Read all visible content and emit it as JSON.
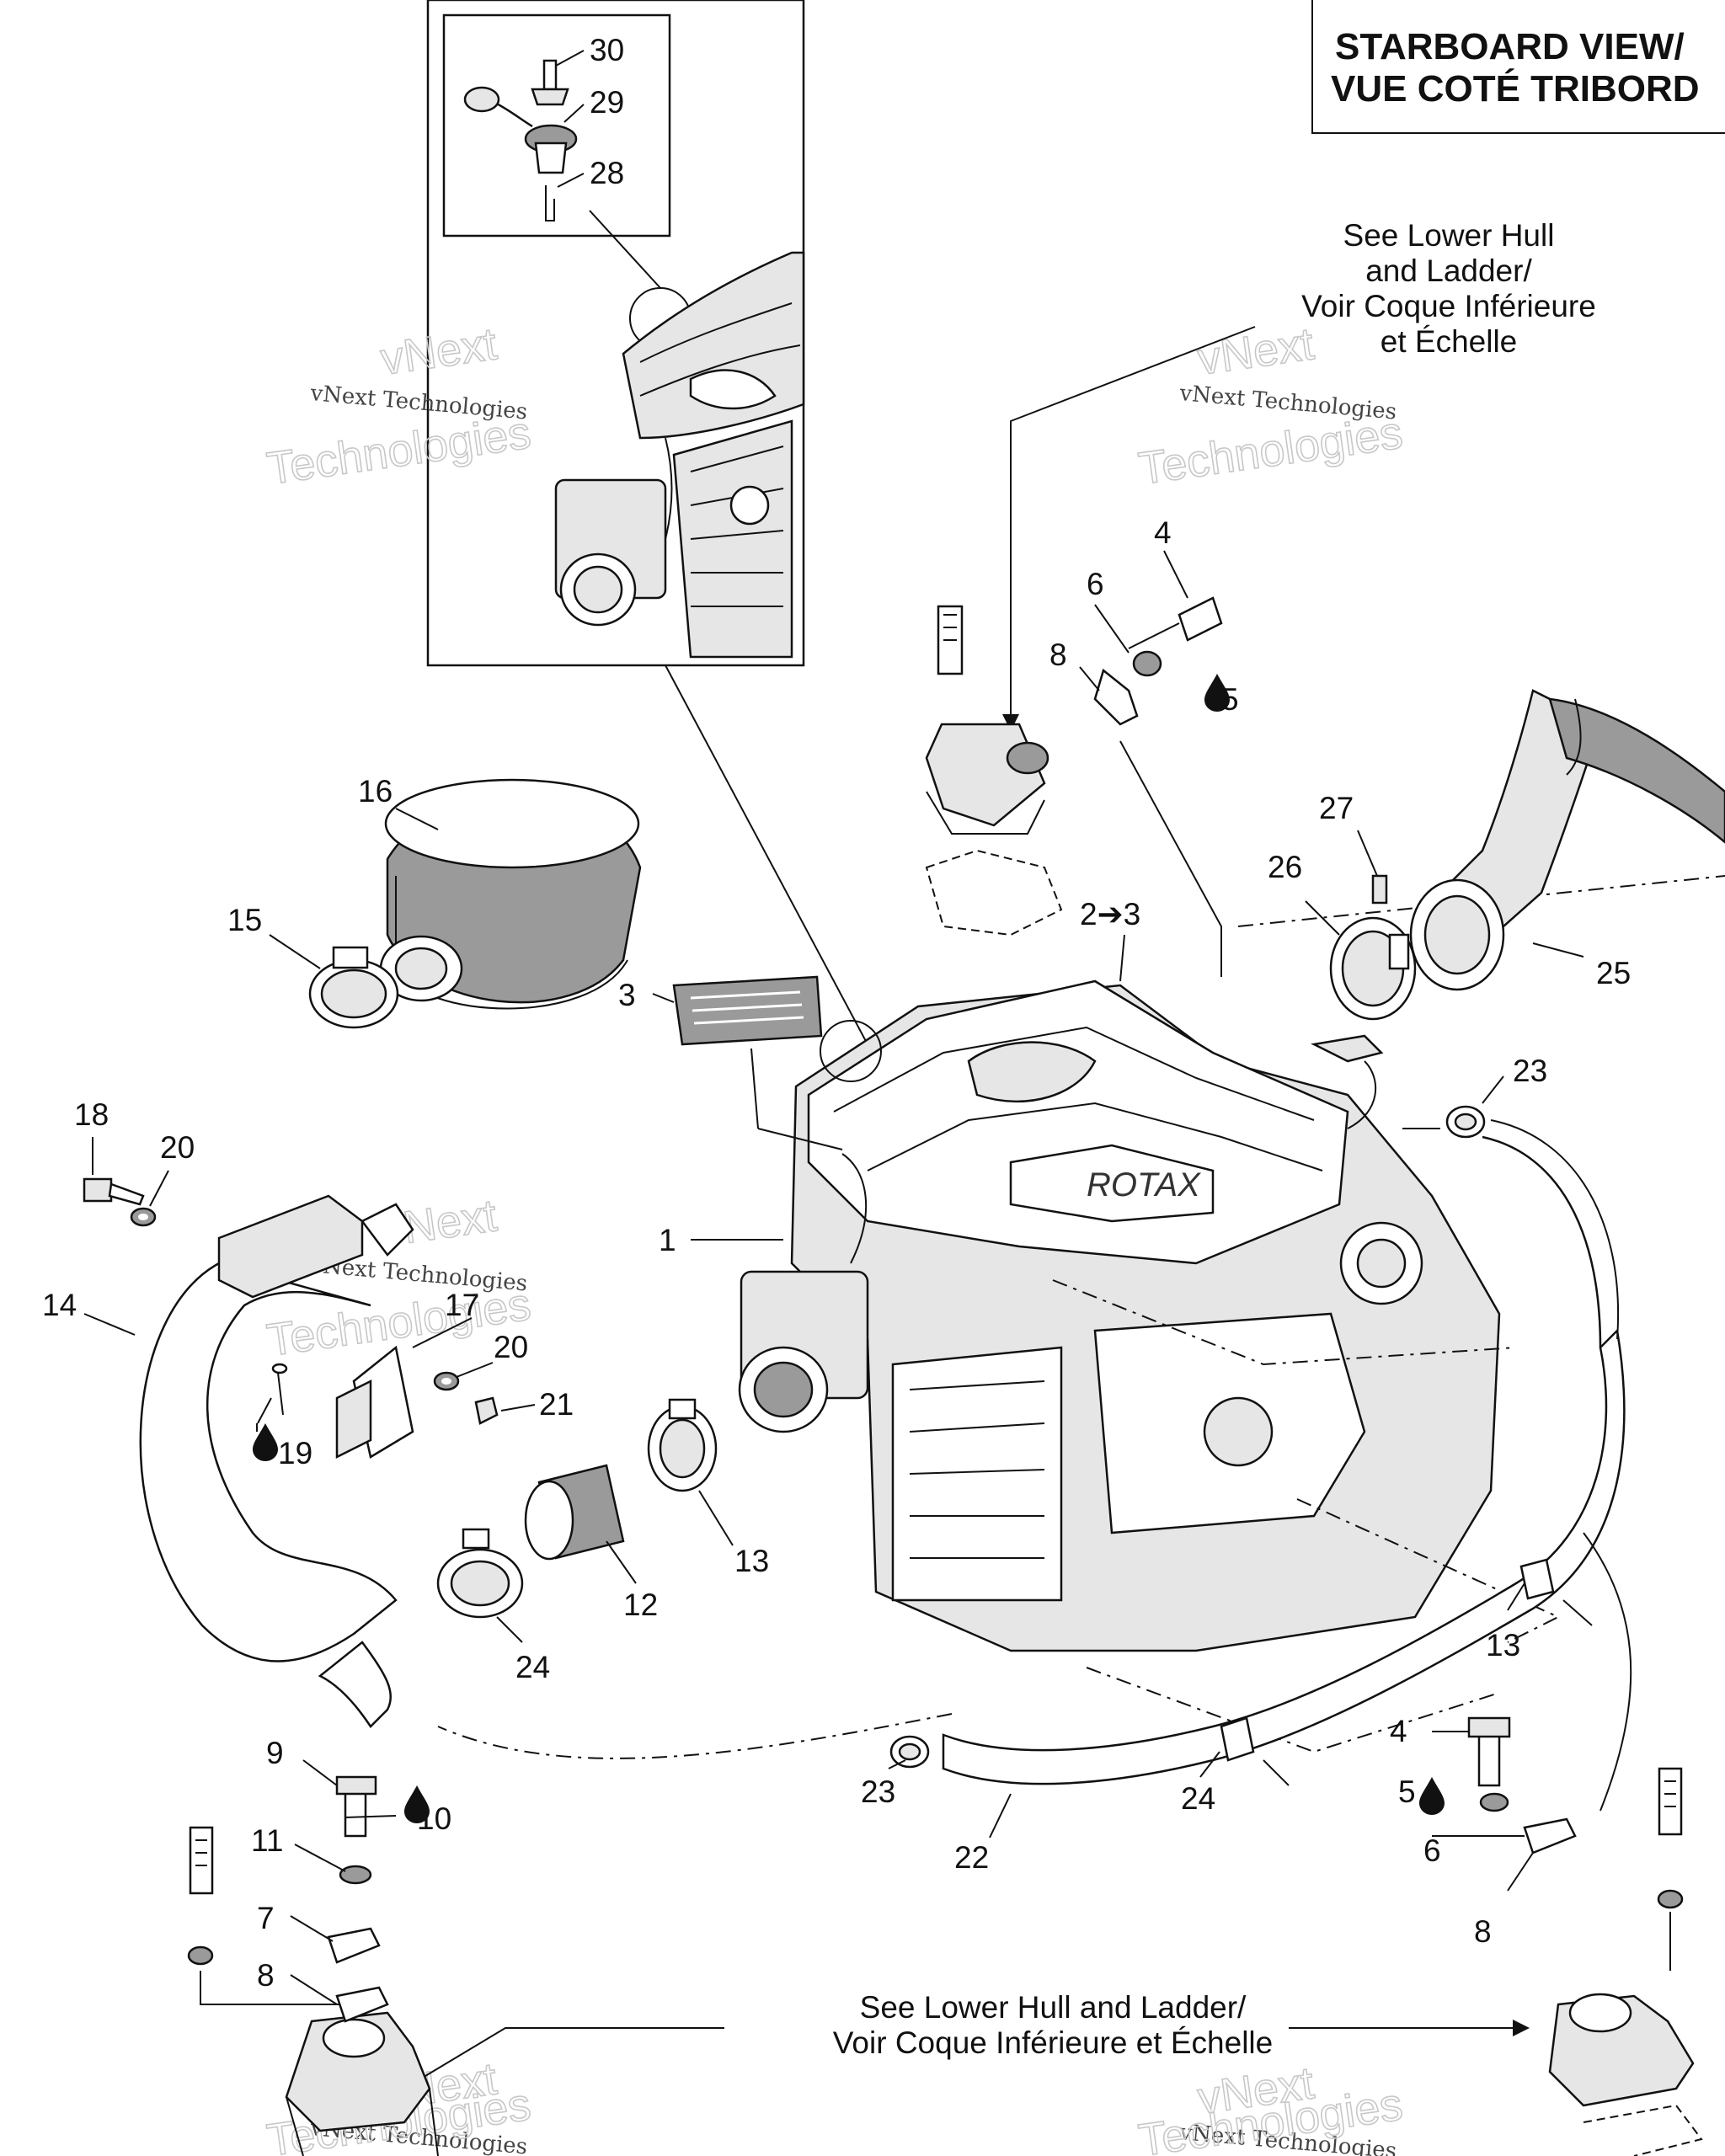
{
  "title": {
    "line1": "STARBOARD VIEW/",
    "line2": "VUE COTÉ TRIBORD"
  },
  "notes": {
    "hull_top": [
      "See Lower Hull",
      "and Ladder/",
      "Voir Coque Inférieure",
      "et Échelle"
    ],
    "hull_bottom": [
      "See Lower Hull and Ladder/",
      "Voir Coque Inférieure et Échelle"
    ]
  },
  "watermark": {
    "line1": "vNext Technologies",
    "big1": "vNext",
    "big2": "Technologies"
  },
  "engine_marking": "ROTAX",
  "callouts": [
    {
      "id": "c30",
      "text": "30"
    },
    {
      "id": "c29",
      "text": "29"
    },
    {
      "id": "c28",
      "text": "28"
    },
    {
      "id": "c4a",
      "text": "4"
    },
    {
      "id": "c6a",
      "text": "6"
    },
    {
      "id": "c8a",
      "text": "8"
    },
    {
      "id": "c5a",
      "text": "5"
    },
    {
      "id": "c16",
      "text": "16"
    },
    {
      "id": "c15",
      "text": "15"
    },
    {
      "id": "c27",
      "text": "27"
    },
    {
      "id": "c26",
      "text": "26"
    },
    {
      "id": "c2to3",
      "text": "2➔3"
    },
    {
      "id": "c25",
      "text": "25"
    },
    {
      "id": "c3",
      "text": "3"
    },
    {
      "id": "c23a",
      "text": "23"
    },
    {
      "id": "c18",
      "text": "18"
    },
    {
      "id": "c20a",
      "text": "20"
    },
    {
      "id": "c1",
      "text": "1"
    },
    {
      "id": "c14",
      "text": "14"
    },
    {
      "id": "c17",
      "text": "17"
    },
    {
      "id": "c20b",
      "text": "20"
    },
    {
      "id": "c21",
      "text": "21"
    },
    {
      "id": "c19",
      "text": "19"
    },
    {
      "id": "c13a",
      "text": "13"
    },
    {
      "id": "c12",
      "text": "12"
    },
    {
      "id": "c13b",
      "text": "13"
    },
    {
      "id": "c24a",
      "text": "24"
    },
    {
      "id": "c23b",
      "text": "23"
    },
    {
      "id": "c24b",
      "text": "24"
    },
    {
      "id": "c22",
      "text": "22"
    },
    {
      "id": "c9",
      "text": "9"
    },
    {
      "id": "c10",
      "text": "10"
    },
    {
      "id": "c11",
      "text": "11"
    },
    {
      "id": "c7",
      "text": "7"
    },
    {
      "id": "c8b",
      "text": "8"
    },
    {
      "id": "c4b",
      "text": "4"
    },
    {
      "id": "c5b",
      "text": "5"
    },
    {
      "id": "c6b",
      "text": "6"
    },
    {
      "id": "c8c",
      "text": "8"
    }
  ]
}
